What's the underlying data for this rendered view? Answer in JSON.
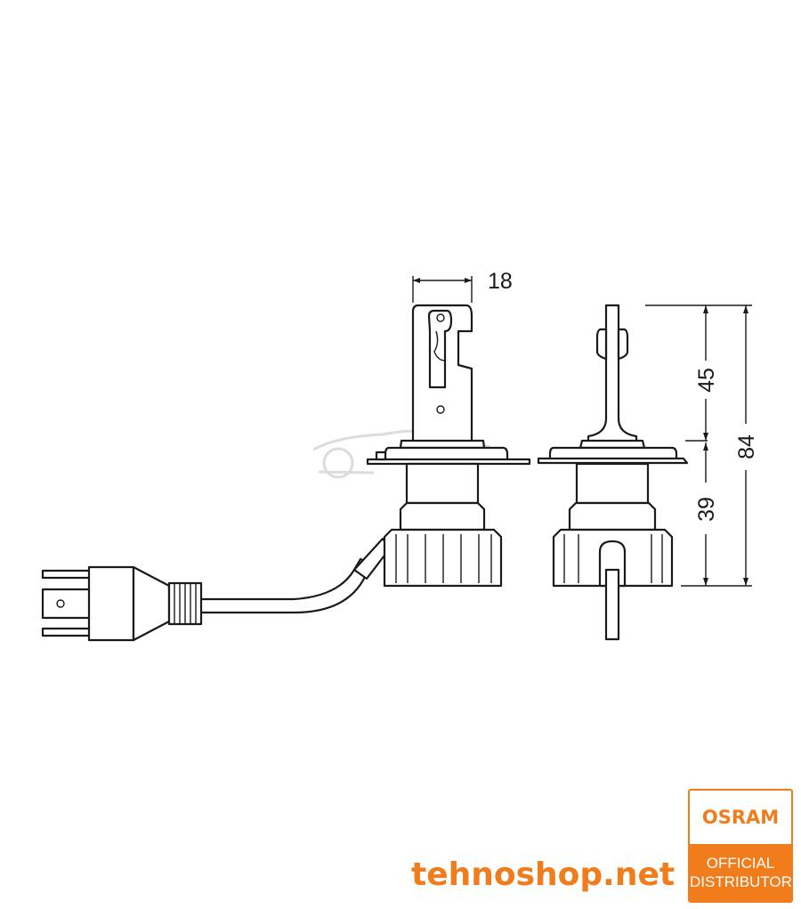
{
  "dimensions": {
    "width": "18",
    "upper_height": "45",
    "lower_height": "39",
    "total_height": "84"
  },
  "branding": {
    "site": "tehnoshop.net",
    "brand": "OSRAM",
    "badge_line1": "OFFICIAL",
    "badge_line2": "DISTRIBUTOR"
  },
  "colors": {
    "accent": "#f07c1c",
    "line": "#1a1a1a",
    "watermark": "#d8d8d8"
  }
}
